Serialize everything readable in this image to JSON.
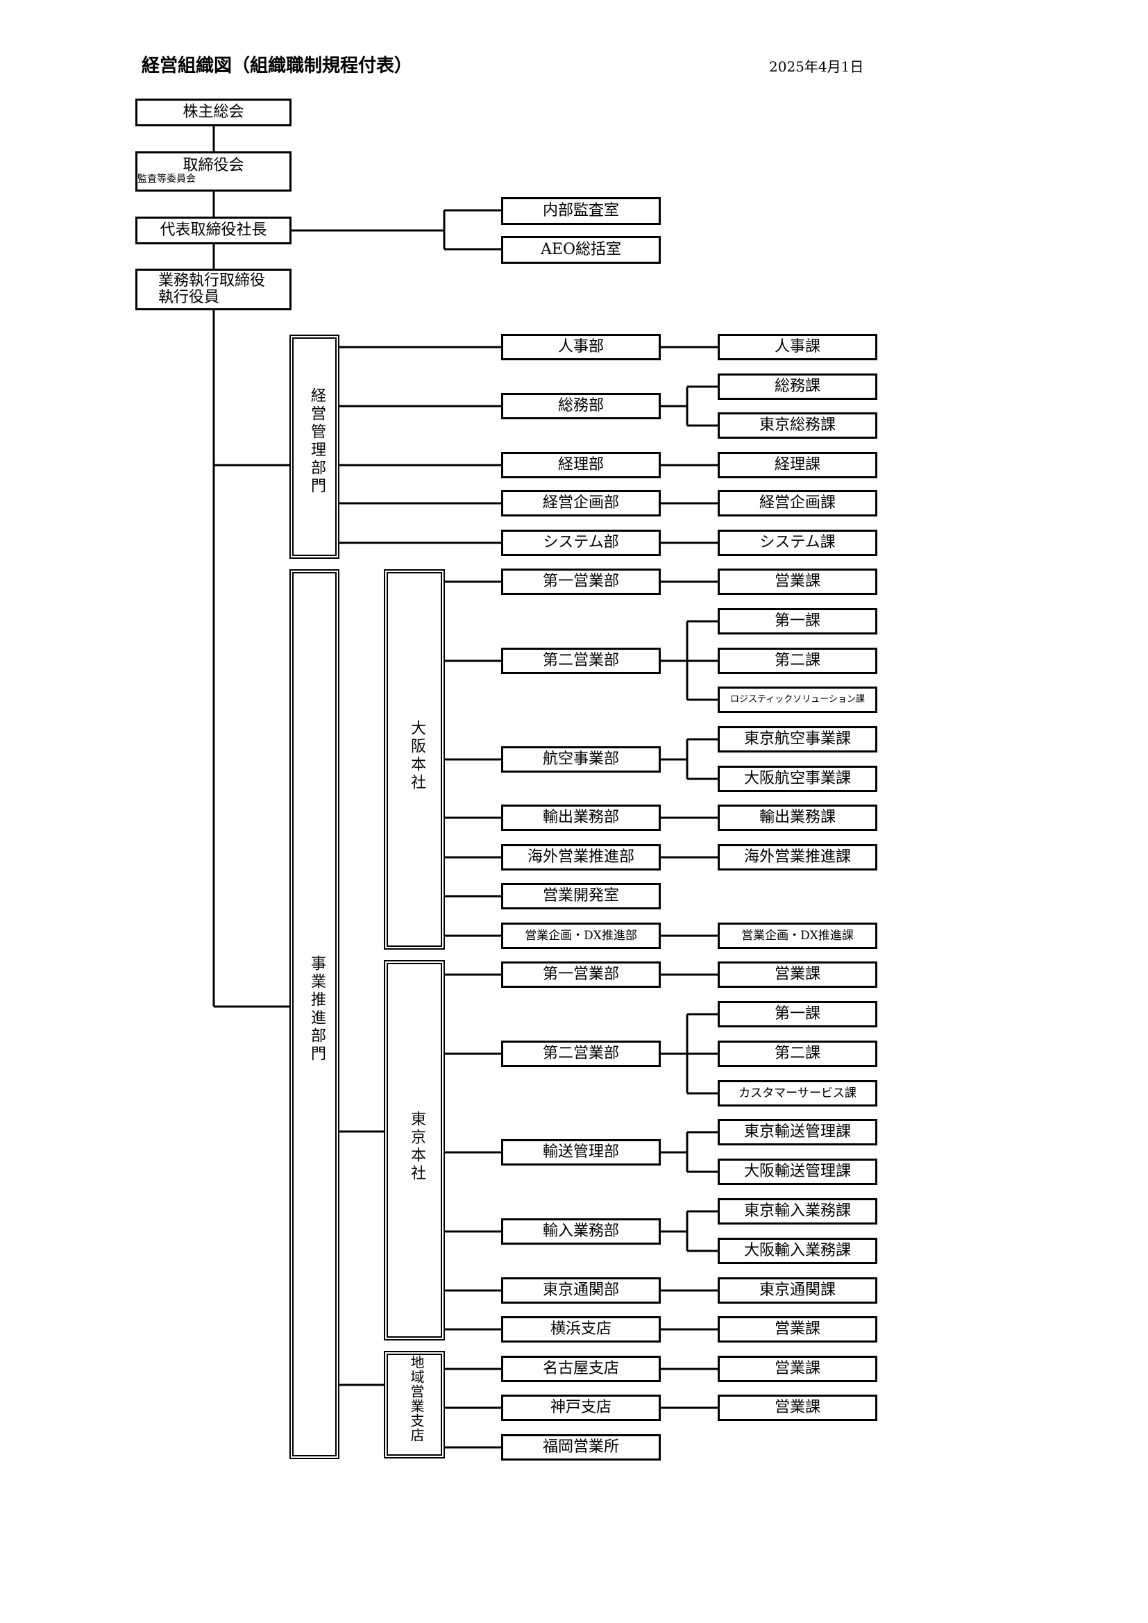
{
  "title": "経営組織図（組織職制規程付表）",
  "date": "2025年4月1日",
  "top": {
    "shareholders": "株主総会",
    "board": "取締役会",
    "audit": "監査等委員会",
    "president": "代表取締役社長",
    "exec_line1": "業務執行取締役",
    "exec_line2": "執行役員"
  },
  "staff": [
    "内部監査室",
    "AEO総括室"
  ],
  "divisions": {
    "management": "経営管理部門",
    "business": "事業推進部門"
  },
  "groups": {
    "osaka": "大阪本社",
    "tokyo": "東京本社",
    "regional": "地域営業支店"
  },
  "departments": [
    {
      "name": "人事部",
      "sections": [
        "人事課"
      ]
    },
    {
      "name": "総務部",
      "sections": [
        "総務課",
        "東京総務課"
      ]
    },
    {
      "name": "経理部",
      "sections": [
        "経理課"
      ]
    },
    {
      "name": "経営企画部",
      "sections": [
        "経営企画課"
      ]
    },
    {
      "name": "システム部",
      "sections": [
        "システム課"
      ]
    },
    {
      "name": "第一営業部",
      "sections": [
        "営業課"
      ]
    },
    {
      "name": "第二営業部",
      "sections": [
        "第一課",
        "第二課",
        "ロジスティックソリューション課"
      ]
    },
    {
      "name": "航空事業部",
      "sections": [
        "東京航空事業課",
        "大阪航空事業課"
      ]
    },
    {
      "name": "輸出業務部",
      "sections": [
        "輸出業務課"
      ]
    },
    {
      "name": "海外営業推進部",
      "sections": [
        "海外営業推進課"
      ]
    },
    {
      "name": "営業開発室",
      "sections": []
    },
    {
      "name": "営業企画・DX推進部",
      "sections": [
        "営業企画・DX推進課"
      ]
    },
    {
      "name": "第一営業部",
      "sections": [
        "営業課"
      ]
    },
    {
      "name": "第二営業部",
      "sections": [
        "第一課",
        "第二課",
        "カスタマーサービス課"
      ]
    },
    {
      "name": "輸送管理部",
      "sections": [
        "東京輸送管理課",
        "大阪輸送管理課"
      ]
    },
    {
      "name": "輸入業務部",
      "sections": [
        "東京輸入業務課",
        "大阪輸入業務課"
      ]
    },
    {
      "name": "東京通関部",
      "sections": [
        "東京通関課"
      ]
    },
    {
      "name": "横浜支店",
      "sections": [
        "営業課"
      ]
    },
    {
      "name": "名古屋支店",
      "sections": [
        "営業課"
      ]
    },
    {
      "name": "神戸支店",
      "sections": [
        "営業課"
      ]
    },
    {
      "name": "福岡営業所",
      "sections": []
    }
  ]
}
